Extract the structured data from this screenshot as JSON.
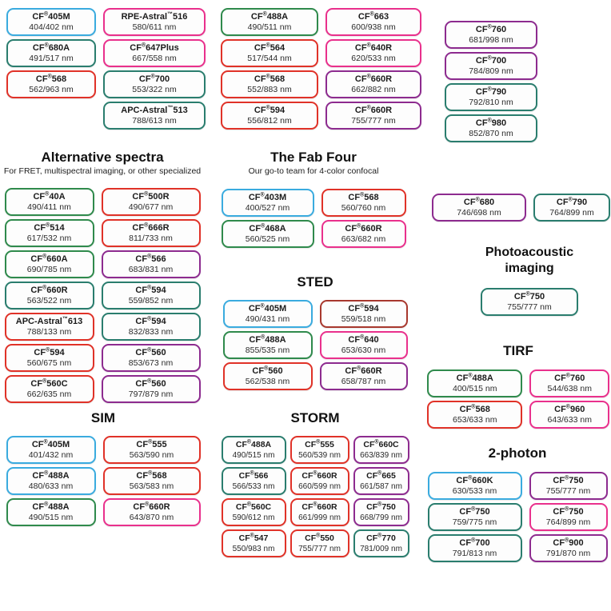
{
  "colors": {
    "blue": "#3aabdf",
    "green": "#2f8a4c",
    "teal": "#2a7d6e",
    "red": "#e03228",
    "darkred": "#a8382e",
    "pink": "#e9308c",
    "purple": "#8d2b8f"
  },
  "sections": [
    {
      "id": "top-left",
      "columns": [
        [
          {
            "name": "CF®405M",
            "value": "404/402 nm",
            "color": "blue"
          },
          {
            "name": "CF®680A",
            "value": "491/517 nm",
            "color": "teal"
          },
          {
            "name": "CF®568",
            "value": "562/963 nm",
            "color": "red"
          }
        ],
        [
          {
            "name": "RPE-Astral™516",
            "value": "580/611 nm",
            "color": "pink"
          },
          {
            "name": "CF®647Plus",
            "value": "667/558 nm",
            "color": "pink"
          },
          {
            "name": "CF®700",
            "value": "553/322 nm",
            "color": "teal"
          },
          {
            "name": "APC-Astral™513",
            "value": "788/613 nm",
            "color": "teal"
          }
        ]
      ]
    },
    {
      "id": "top-middle",
      "columns": [
        [
          {
            "name": "CF®488A",
            "value": "490/511 nm",
            "color": "green"
          },
          {
            "name": "CF®564",
            "value": "517/544 nm",
            "color": "red"
          },
          {
            "name": "CF®568",
            "value": "552/883 nm",
            "color": "red"
          },
          {
            "name": "CF®594",
            "value": "556/812 nm",
            "color": "red"
          }
        ],
        [
          {
            "name": "CF®663",
            "value": "600/938 nm",
            "color": "pink"
          },
          {
            "name": "CF®640R",
            "value": "620/533 nm",
            "color": "pink"
          },
          {
            "name": "CF®660R",
            "value": "662/882 nm",
            "color": "purple"
          },
          {
            "name": "CF®660R",
            "value": "755/777 nm",
            "color": "purple"
          }
        ]
      ]
    },
    {
      "id": "top-right",
      "columns": [
        [
          {
            "name": "CF®760",
            "value": "681/998 nm",
            "color": "purple"
          },
          {
            "name": "CF®700",
            "value": "784/809 nm",
            "color": "purple"
          },
          {
            "name": "CF®790",
            "value": "792/810 nm",
            "color": "teal"
          },
          {
            "name": "CF®980",
            "value": "852/870 nm",
            "color": "teal"
          }
        ]
      ]
    },
    {
      "id": "alternative-spectra",
      "title": "Alternative spectra",
      "subtitle": "For FRET, multispectral imaging, or other specialized",
      "columns": [
        [
          {
            "name": "CF®40A",
            "value": "490/411 nm",
            "color": "green"
          },
          {
            "name": "CF®514",
            "value": "617/532 nm",
            "color": "green"
          },
          {
            "name": "CF®660A",
            "value": "690/785 nm",
            "color": "green"
          },
          {
            "name": "CF®660R",
            "value": "563/522 nm",
            "color": "teal"
          },
          {
            "name": "APC-Astral™613",
            "value": "788/133 nm",
            "color": "red"
          },
          {
            "name": "CF®594",
            "value": "560/675 nm",
            "color": "red"
          },
          {
            "name": "CF®560C",
            "value": "662/635 nm",
            "color": "red"
          }
        ],
        [
          {
            "name": "CF®500R",
            "value": "490/677 nm",
            "color": "red"
          },
          {
            "name": "CF®666R",
            "value": "811/733 nm",
            "color": "red"
          },
          {
            "name": "CF®566",
            "value": "683/831 nm",
            "color": "purple"
          },
          {
            "name": "CF®594",
            "value": "559/852 nm",
            "color": "teal"
          },
          {
            "name": "CF®594",
            "value": "832/833 nm",
            "color": "teal"
          },
          {
            "name": "CF®560",
            "value": "853/673 nm",
            "color": "purple"
          },
          {
            "name": "CF®560",
            "value": "797/879 nm",
            "color": "purple"
          }
        ]
      ]
    },
    {
      "id": "fab-four",
      "title": "The Fab Four",
      "subtitle": "Our go-to team for 4-color confocal",
      "columns": [
        [
          {
            "name": "CF®403M",
            "value": "400/527 nm",
            "color": "blue"
          },
          {
            "name": "CF®468A",
            "value": "560/525 nm",
            "color": "green"
          }
        ],
        [
          {
            "name": "CF®568",
            "value": "560/760 nm",
            "color": "red"
          },
          {
            "name": "CF®660R",
            "value": "663/682 nm",
            "color": "pink"
          }
        ]
      ]
    },
    {
      "id": "right-pair",
      "columns": [
        [
          {
            "name": "CF®680",
            "value": "746/698 nm",
            "color": "purple"
          }
        ],
        [
          {
            "name": "CF®790",
            "value": "764/899 nm",
            "color": "teal"
          }
        ]
      ]
    },
    {
      "id": "sted",
      "title": "STED",
      "columns": [
        [
          {
            "name": "CF®405M",
            "value": "490/431 nm",
            "color": "blue"
          },
          {
            "name": "CF®488A",
            "value": "855/535 nm",
            "color": "green"
          },
          {
            "name": "CF®560",
            "value": "562/538 nm",
            "color": "red"
          }
        ],
        [
          {
            "name": "CF®594",
            "value": "559/518 nm",
            "color": "darkred"
          },
          {
            "name": "CF®640",
            "value": "653/630 nm",
            "color": "pink"
          },
          {
            "name": "CF®660R",
            "value": "658/787 nm",
            "color": "purple"
          }
        ]
      ]
    },
    {
      "id": "photoacoustic",
      "title": "Photoacoustic imaging",
      "columns": [
        [
          {
            "name": "CF®750",
            "value": "755/777 nm",
            "color": "teal"
          }
        ]
      ]
    },
    {
      "id": "tirf",
      "title": "TIRF",
      "columns": [
        [
          {
            "name": "CF®488A",
            "value": "400/515 nm",
            "color": "green"
          },
          {
            "name": "CF®568",
            "value": "653/633 nm",
            "color": "red"
          }
        ],
        [
          {
            "name": "CF®760",
            "value": "544/638 nm",
            "color": "pink"
          },
          {
            "name": "CF®960",
            "value": "643/633 nm",
            "color": "pink"
          }
        ]
      ]
    },
    {
      "id": "sim",
      "title": "SIM",
      "columns": [
        [
          {
            "name": "CF®405M",
            "value": "401/432 nm",
            "color": "blue"
          },
          {
            "name": "CF®488A",
            "value": "480/633 nm",
            "color": "blue"
          },
          {
            "name": "CF®488A",
            "value": "490/515 nm",
            "color": "green"
          }
        ],
        [
          {
            "name": "CF®555",
            "value": "563/590 nm",
            "color": "red"
          },
          {
            "name": "CF®568",
            "value": "563/583 nm",
            "color": "red"
          },
          {
            "name": "CF®660R",
            "value": "643/870 nm",
            "color": "pink"
          }
        ]
      ]
    },
    {
      "id": "storm",
      "title": "STORM",
      "columns": [
        [
          {
            "name": "CF®488A",
            "value": "490/515 nm",
            "color": "teal"
          },
          {
            "name": "CF®566",
            "value": "566/533 nm",
            "color": "teal"
          },
          {
            "name": "CF®560C",
            "value": "590/612 nm",
            "color": "red"
          },
          {
            "name": "CF®547",
            "value": "550/983 nm",
            "color": "red"
          }
        ],
        [
          {
            "name": "CF®555",
            "value": "560/539 nm",
            "color": "red"
          },
          {
            "name": "CF®660R",
            "value": "660/599 nm",
            "color": "red"
          },
          {
            "name": "CF®660R",
            "value": "661/999 nm",
            "color": "red"
          },
          {
            "name": "CF®550",
            "value": "755/777 nm",
            "color": "red"
          }
        ],
        [
          {
            "name": "CF®660C",
            "value": "663/839 nm",
            "color": "purple"
          },
          {
            "name": "CF®665",
            "value": "661/587 nm",
            "color": "purple"
          },
          {
            "name": "CF®750",
            "value": "668/799 nm",
            "color": "purple"
          },
          {
            "name": "CF®770",
            "value": "781/009 nm",
            "color": "teal"
          }
        ]
      ]
    },
    {
      "id": "two-photon",
      "title": "2-photon",
      "columns": [
        [
          {
            "name": "CF®660K",
            "value": "630/533 nm",
            "color": "blue"
          },
          {
            "name": "CF®750",
            "value": "759/775 nm",
            "color": "teal"
          },
          {
            "name": "CF®700",
            "value": "791/813 nm",
            "color": "teal"
          }
        ],
        [
          {
            "name": "CF®750",
            "value": "755/777 nm",
            "color": "purple"
          },
          {
            "name": "CF®750",
            "value": "764/899 nm",
            "color": "pink"
          },
          {
            "name": "CF®900",
            "value": "791/870 nm",
            "color": "purple"
          }
        ]
      ]
    }
  ]
}
